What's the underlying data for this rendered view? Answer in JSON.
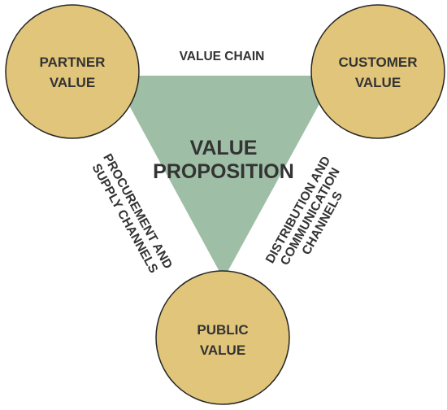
{
  "colors": {
    "node_fill": "#E0C57A",
    "node_stroke": "#262626",
    "triangle_fill": "#9EBFA6",
    "text": "#333333",
    "background": "#FFFFFF"
  },
  "center": {
    "line1": "VALUE",
    "line2": "PROPOSITION"
  },
  "nodes": {
    "partner": {
      "line1": "PARTNER",
      "line2": "VALUE"
    },
    "customer": {
      "line1": "CUSTOMER",
      "line2": "VALUE"
    },
    "public": {
      "line1": "PUBLIC",
      "line2": "VALUE"
    }
  },
  "edges": {
    "top": "VALUE CHAIN",
    "left": {
      "line1": "PROCUREMENT AND",
      "line2": "SUPPLY CHANNELS"
    },
    "right": {
      "line1": "DISTRIBUTION AND",
      "line2": "COMMUNICATION",
      "line3": "CHANNELS"
    }
  }
}
